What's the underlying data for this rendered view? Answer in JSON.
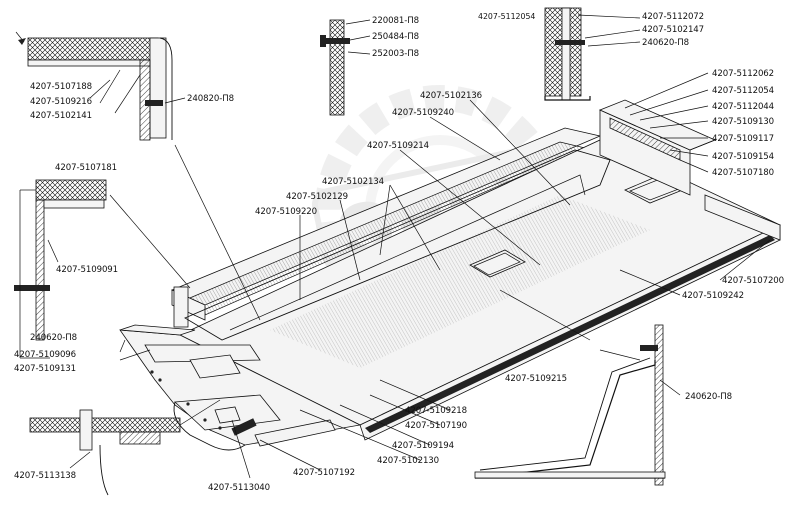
{
  "part_labels": {
    "l01": "220081-П8",
    "l02": "250484-П8",
    "l03": "252003-П8",
    "l04": "4207-5112054",
    "l05": "4207-5112072",
    "l06": "4207-5102147",
    "l07": "240620-П8",
    "l08": "4207-5107188",
    "l09": "4207-5109216",
    "l10": "4207-5102141",
    "l11": "240820-П8",
    "l12": "4207-5112062",
    "l13": "4207-5112054",
    "l14": "4207-5112044",
    "l15": "4207-5109130",
    "l16": "4207-5109117",
    "l17": "4207-5109154",
    "l18": "4207-5107180",
    "l19": "4207-5102136",
    "l20": "4207-5109240",
    "l21": "4207-5109214",
    "l22": "4207-5102134",
    "l23": "4207-5102129",
    "l24": "4207-5109220",
    "l25": "4207-5107181",
    "l26": "4207-5109091",
    "l27": "240620-П8",
    "l28": "4207-5109096",
    "l29": "4207-5109131",
    "l30": "4207-5107200",
    "l31": "4207-5109242",
    "l32": "4207-5109215",
    "l33": "240620-П8",
    "l34": "4207-5109218",
    "l35": "4207-5107190",
    "l36": "4207-5109194",
    "l37": "4207-5102130",
    "l38": "4207-5113138",
    "l39": "4207-5113040",
    "l40": "4207-5107192"
  },
  "watermark": "OPEX",
  "colors": {
    "ink": "#111111",
    "paper": "#ffffff",
    "watermark": "#d8d8d8"
  }
}
